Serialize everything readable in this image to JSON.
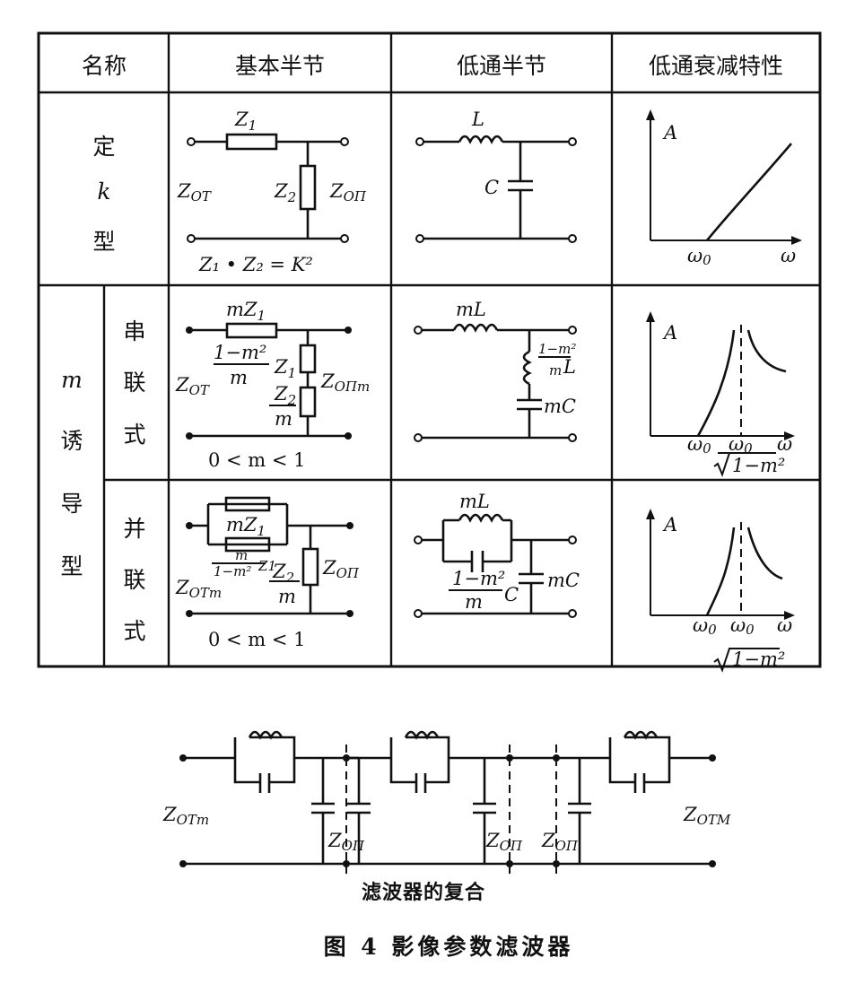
{
  "table": {
    "headers": [
      "名称",
      "基本半节",
      "低通半节",
      "低通衰减特性"
    ],
    "k_type": {
      "chars": [
        "定",
        "k",
        "型"
      ]
    },
    "m_type": {
      "chars": [
        "m",
        "诱",
        "导",
        "型"
      ],
      "series": [
        "串",
        "联",
        "式"
      ],
      "parallel": [
        "并",
        "联",
        "式"
      ]
    }
  },
  "labels": {
    "Z": "Z",
    "sub1": "1",
    "sub2": "2",
    "Zot_main": "Z",
    "Zot_sub": "OT",
    "Zop_main": "Z",
    "Zop_sub": "OΠ",
    "Zopm_sub": "OΠm",
    "Zotm_sub": "OTm",
    "Zotm2_sub": "OTm",
    "ZotM_sub": "OTM",
    "k_equation": "Z₁ • Z₂ = K²",
    "m_condition": "0 < m < 1",
    "L": "L",
    "C": "C",
    "mL": "mL",
    "mC": "mC",
    "mZ1": "mZ",
    "one_minus_m2": "1−m²",
    "m": "m",
    "axis_A": "A",
    "axis_w": "ω",
    "w0": "ω",
    "w0_sub": "0",
    "sqrt_expr": "1−m²"
  },
  "composite_caption": "滤波器的复合",
  "figure_caption": "图 4   影像参数滤波器"
}
